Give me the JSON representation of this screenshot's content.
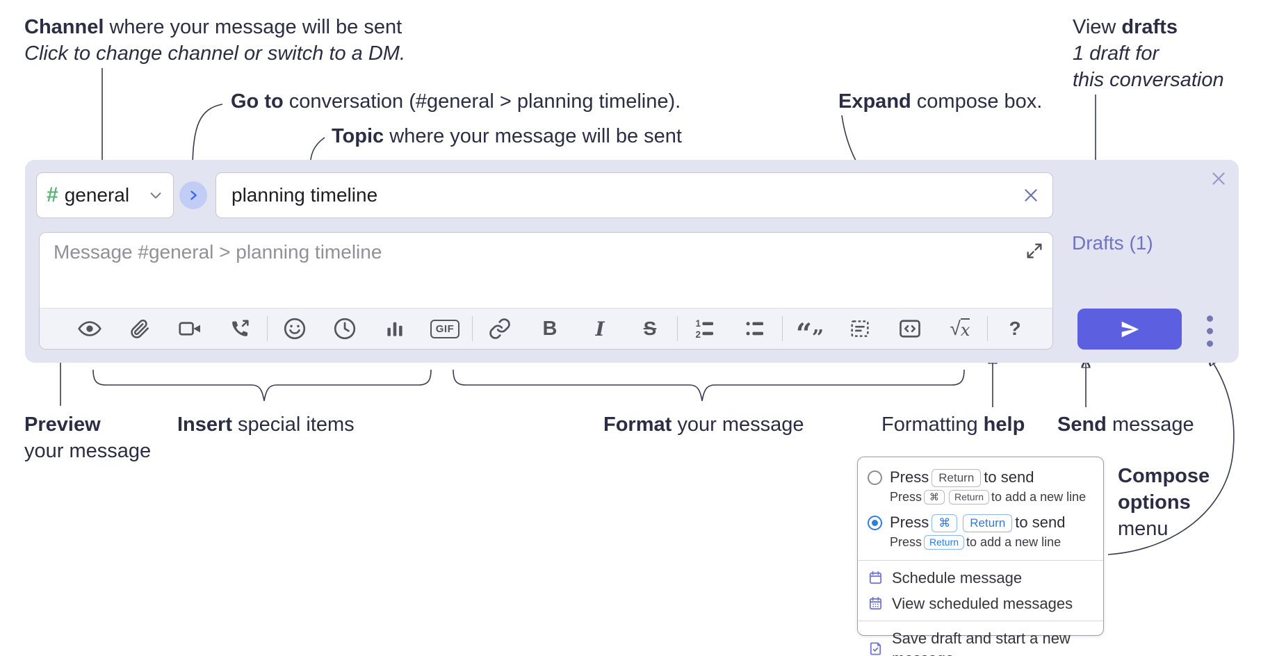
{
  "annotations": {
    "channel": {
      "bold": "Channel",
      "rest": " where your message will be sent",
      "line2": "Click to change channel or switch to a DM."
    },
    "goto": {
      "bold": "Go to",
      "rest": " conversation (#general > planning timeline)."
    },
    "topic": {
      "bold": "Topic",
      "rest": " where your message will be sent"
    },
    "expand": {
      "bold": "Expand",
      "rest": " compose box."
    },
    "view_drafts": {
      "pre": "View ",
      "bold": "drafts",
      "line2": "1 draft for",
      "line3": "this conversation"
    },
    "preview": {
      "bold": "Preview",
      "line2": "your message"
    },
    "insert": {
      "bold": "Insert",
      "rest": " special items"
    },
    "format": {
      "bold": "Format",
      "rest": " your message"
    },
    "help": {
      "pre": "Formatting ",
      "bold": "help"
    },
    "send": {
      "bold": "Send",
      "rest": " message"
    },
    "compose_options": {
      "line1": "Compose",
      "line2": "options",
      "line3": "menu"
    }
  },
  "compose": {
    "channel_selector": {
      "label": "general"
    },
    "topic_input": {
      "value": "planning timeline"
    },
    "message_input": {
      "placeholder": "Message #general > planning timeline"
    },
    "drafts_link": "Drafts (1)",
    "toolbar_icons": [
      "preview-eye",
      "attach",
      "video-call",
      "audio-call",
      "emoji",
      "global-time",
      "poll",
      "gif",
      "link",
      "bold",
      "italic",
      "strikethrough",
      "numbered-list",
      "bulleted-list",
      "quote",
      "spoiler",
      "code",
      "math",
      "help"
    ],
    "toolbar_labels": {
      "gif": "GIF",
      "bold": "B",
      "italic": "I",
      "strike": "S",
      "num1": "1",
      "num2": "2",
      "quote_open": "“",
      "quote_close": "”",
      "sqrt": "√",
      "math_x": "x",
      "help": "?"
    }
  },
  "popup": {
    "options": [
      {
        "selected": false,
        "main": {
          "pre": "Press",
          "keys": [
            "Return"
          ],
          "post": "to send"
        },
        "sub": {
          "pre": "Press",
          "keys": [
            "⌘",
            "Return"
          ],
          "post": "to add a new line"
        }
      },
      {
        "selected": true,
        "main": {
          "pre": "Press",
          "keys": [
            "⌘",
            "Return"
          ],
          "post": "to send"
        },
        "sub": {
          "pre": "Press",
          "keys": [
            "Return"
          ],
          "post": "to add a new line"
        }
      }
    ],
    "items": [
      "Schedule message",
      "View scheduled messages",
      "Save draft and start a new message"
    ]
  },
  "colors": {
    "compose_background": "#e3e4f1",
    "send_button": "#5b5fe0",
    "drafts_link": "#7173c5",
    "channel_hash_green": "#5cb576",
    "goto_circle_bg": "#c2cdf6",
    "goto_circle_arrow": "#3f63e9",
    "kbd_blue": "#2b7ce0",
    "radio_selected": "#2e7de1",
    "popup_icon_indigo": "#7174d8",
    "annotation_text": "#2b2d45",
    "toolbar_icon": "#54545e"
  }
}
